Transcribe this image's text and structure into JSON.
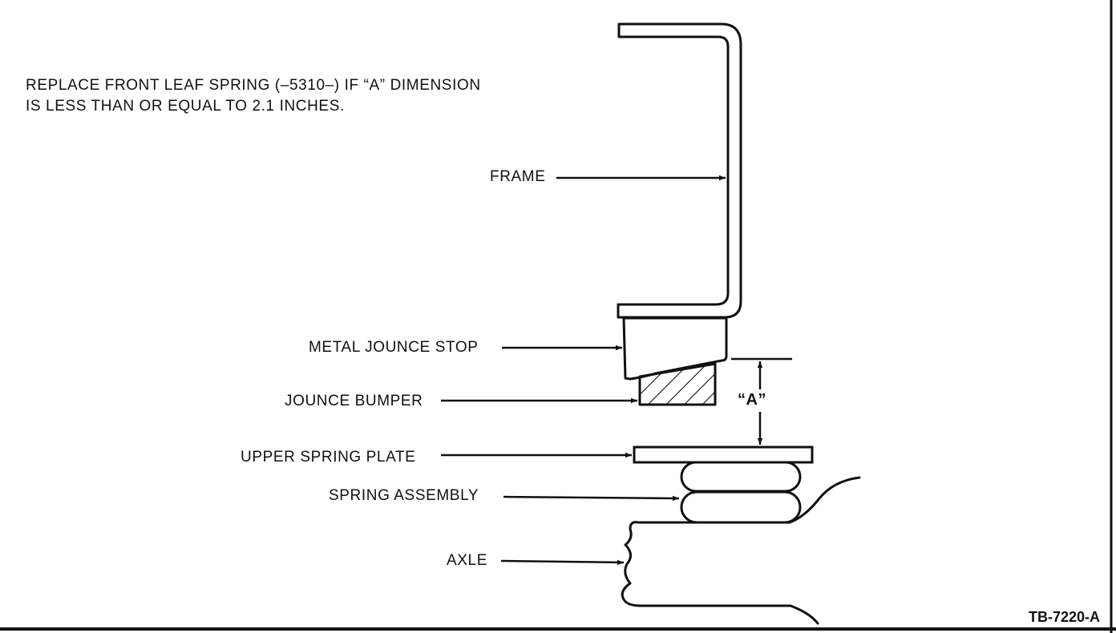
{
  "note": {
    "line1": "REPLACE FRONT LEAF SPRING (–5310–) IF “A” DIMENSION",
    "line2": "IS LESS THAN OR EQUAL TO 2.1 INCHES."
  },
  "labels": {
    "frame": "FRAME",
    "metal_jounce_stop": "METAL JOUNCE STOP",
    "jounce_bumper": "JOUNCE BUMPER",
    "upper_spring_plate": "UPPER SPRING PLATE",
    "spring_assembly": "SPRING ASSEMBLY",
    "axle": "AXLE"
  },
  "dimension": {
    "label": "“A”"
  },
  "figure_id": "TB-7220-A",
  "colors": {
    "ink": "#111111",
    "background": "#ffffff"
  }
}
